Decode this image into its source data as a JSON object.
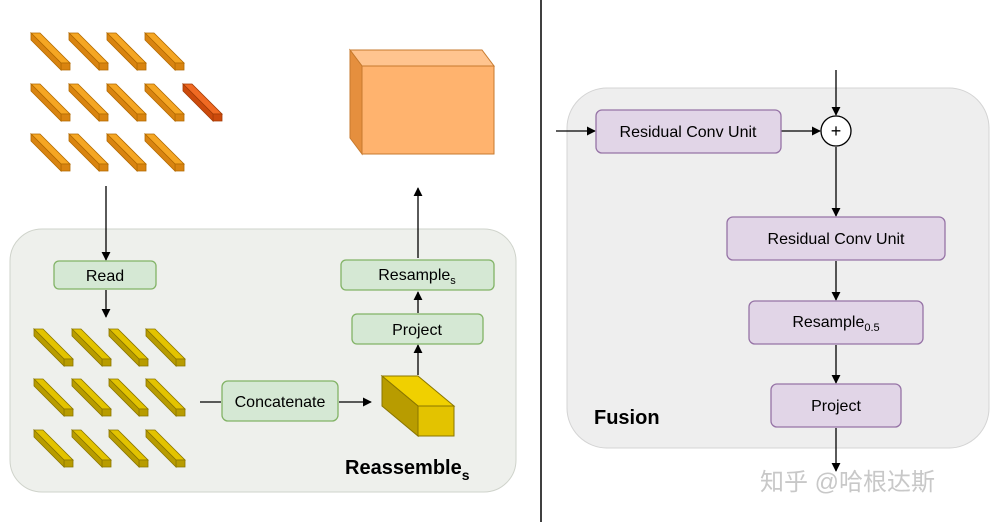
{
  "left_panel": {
    "title": "Reassemble",
    "title_sub": "s",
    "read_label": "Read",
    "concat_label": "Concatenate",
    "project_label": "Project",
    "resample_label": "Resample",
    "resample_sub": "s"
  },
  "right_panel": {
    "title": "Fusion",
    "rcu_top_label": "Residual Conv Unit",
    "rcu_mid_label": "Residual Conv Unit",
    "resample_label": "Resample",
    "resample_sub": "0.5",
    "project_label": "Project",
    "plus_symbol": "+"
  },
  "watermark": "知乎 @哈根达斯",
  "colors": {
    "green_fill": "#d5e8d4",
    "green_stroke": "#82b366",
    "purple_fill": "#e1d5e7",
    "purple_stroke": "#9673a6",
    "panel_fill": "#eef0ec",
    "panel_fill_right": "#eeeeee",
    "token_orange": "#f5a623",
    "token_red": "#f06a23",
    "token_yellow": "#e3c300",
    "volume_orange": "#ffb36e"
  }
}
